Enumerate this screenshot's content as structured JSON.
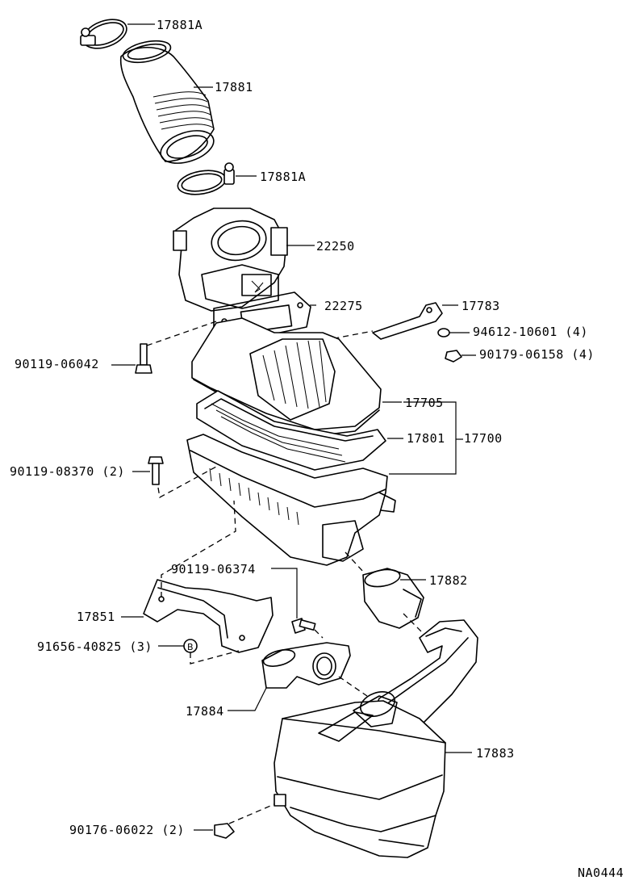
{
  "diagram": {
    "code": "NA0444",
    "parts": {
      "p17881A_top": "17881A",
      "p17881": "17881",
      "p17881A_bottom": "17881A",
      "p22250": "22250",
      "p22275": "22275",
      "p17783": "17783",
      "p94612": "94612-10601 (4)",
      "p90179": "90179-06158 (4)",
      "p90119_06042": "90119-06042",
      "p17705": "17705",
      "p17801": "17801",
      "p17700": "17700",
      "p90119_08370": "90119-08370 (2)",
      "p90119_06374": "90119-06374",
      "p17882": "17882",
      "p17851": "17851",
      "p91656": "91656-40825 (3)",
      "p17884": "17884",
      "p17883": "17883",
      "p90176": "90176-06022 (2)"
    },
    "callout_letter": "B"
  }
}
